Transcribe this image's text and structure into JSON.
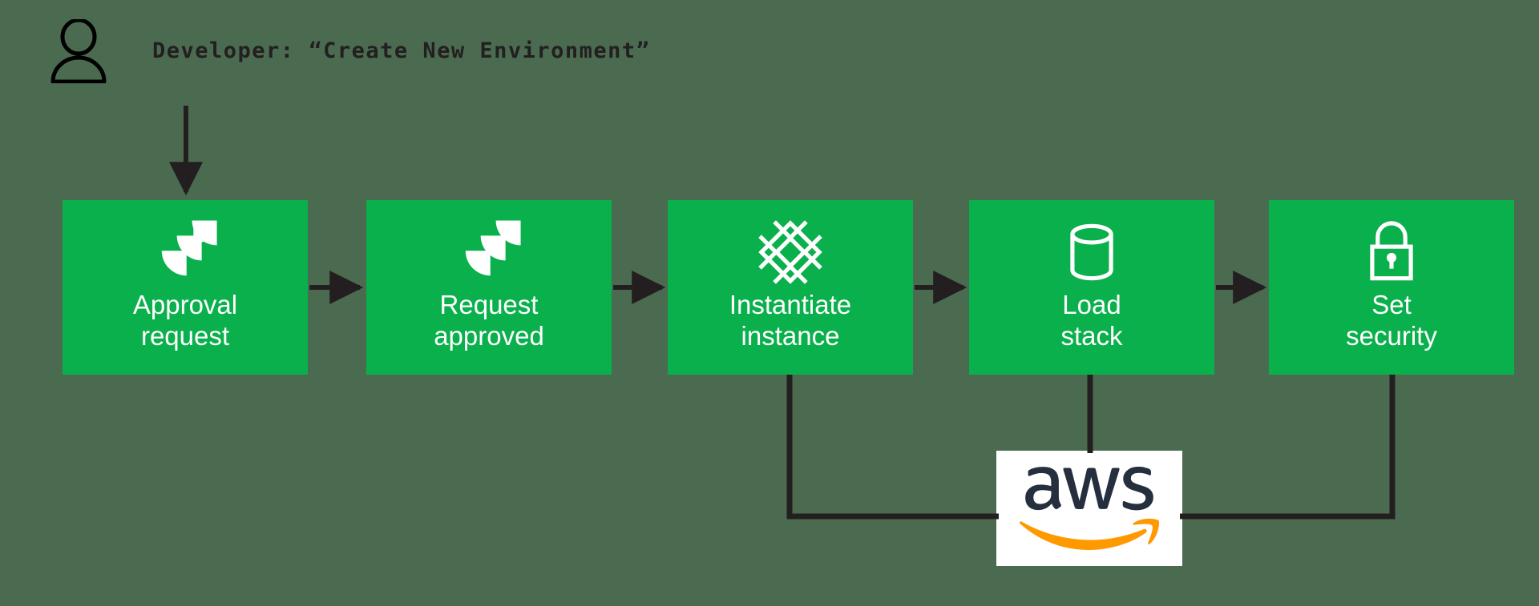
{
  "diagram": {
    "title_caption": "Developer: “Create New Environment”",
    "actor_icon": "person-icon",
    "background_color": "#4a6b50",
    "box_color": "#0ab04b",
    "box_text_color": "#ffffff",
    "connector_color": "#231f20",
    "steps": [
      {
        "id": "approval-request",
        "label": "Approval\nrequest",
        "icon": "jira-icon"
      },
      {
        "id": "request-approved",
        "label": "Request\napproved",
        "icon": "jira-icon"
      },
      {
        "id": "instantiate-instance",
        "label": "Instantiate\ninstance",
        "icon": "mesh-lattice-icon"
      },
      {
        "id": "load-stack",
        "label": "Load\nstack",
        "icon": "database-cylinder-icon"
      },
      {
        "id": "set-security",
        "label": "Set\nsecurity",
        "icon": "padlock-icon"
      }
    ],
    "cloud_provider": {
      "name": "aws",
      "icon": "aws-logo",
      "wordmark_color": "#252f3e",
      "smile_color": "#ff9900"
    }
  }
}
